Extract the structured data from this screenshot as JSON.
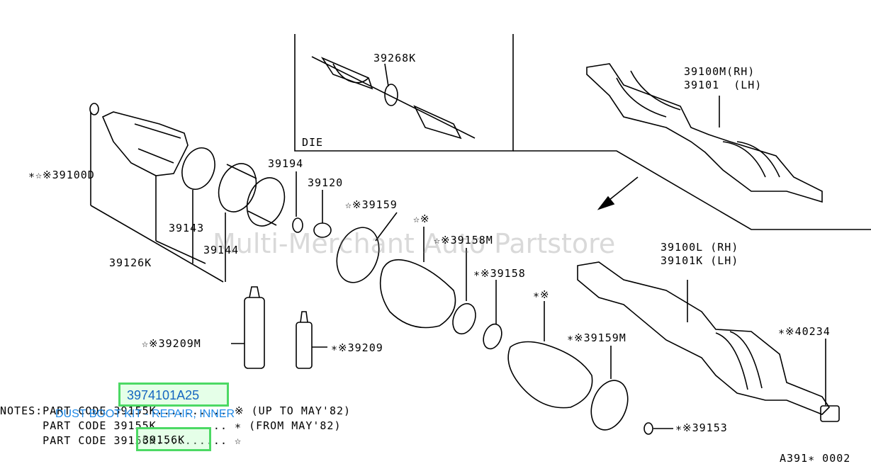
{
  "labels": {
    "die": "DIE",
    "p39268K": "39268K",
    "p39100M": "39100M(RH)",
    "p39101": "39101  (LH)",
    "p39100D": "∗☆※39100D",
    "p39194": "39194",
    "p39120": "39120",
    "p39159": "☆※39159",
    "starMark1": "☆※",
    "p39158M": "☆※39158M",
    "p39143": "39143",
    "p39144": "39144",
    "p39126K": "39126K",
    "p39158": "∗※39158",
    "starMark2": "∗※",
    "p39100L": "39100L (RH)",
    "p39101K": "39101K (LH)",
    "p39209M": "☆※39209M",
    "p39209": "∗※39209",
    "p39159M": "∗※39159M",
    "p40234": "∗※40234",
    "p39153": "∗※39153",
    "figure_code": "A391∗ 0002"
  },
  "notes": {
    "line1": "NOTES:PART CODE 39155K.......... ※ (UP TO MAY'82)",
    "line2": "      PART CODE 39155K.......... ∗ (FROM MAY'82)",
    "line3": "      PART CODE 39156K.......... ☆"
  },
  "watermark": "Multi-Merchant Auto Partstore",
  "highlight": {
    "part_number": "3974101A25",
    "description": "DUST BOOT KIT - REPAIR, INNER",
    "part_code": "39156K"
  },
  "colors": {
    "highlight_border": "#4cd964",
    "link_text": "#1565c0",
    "description_text": "#1e88e5"
  }
}
